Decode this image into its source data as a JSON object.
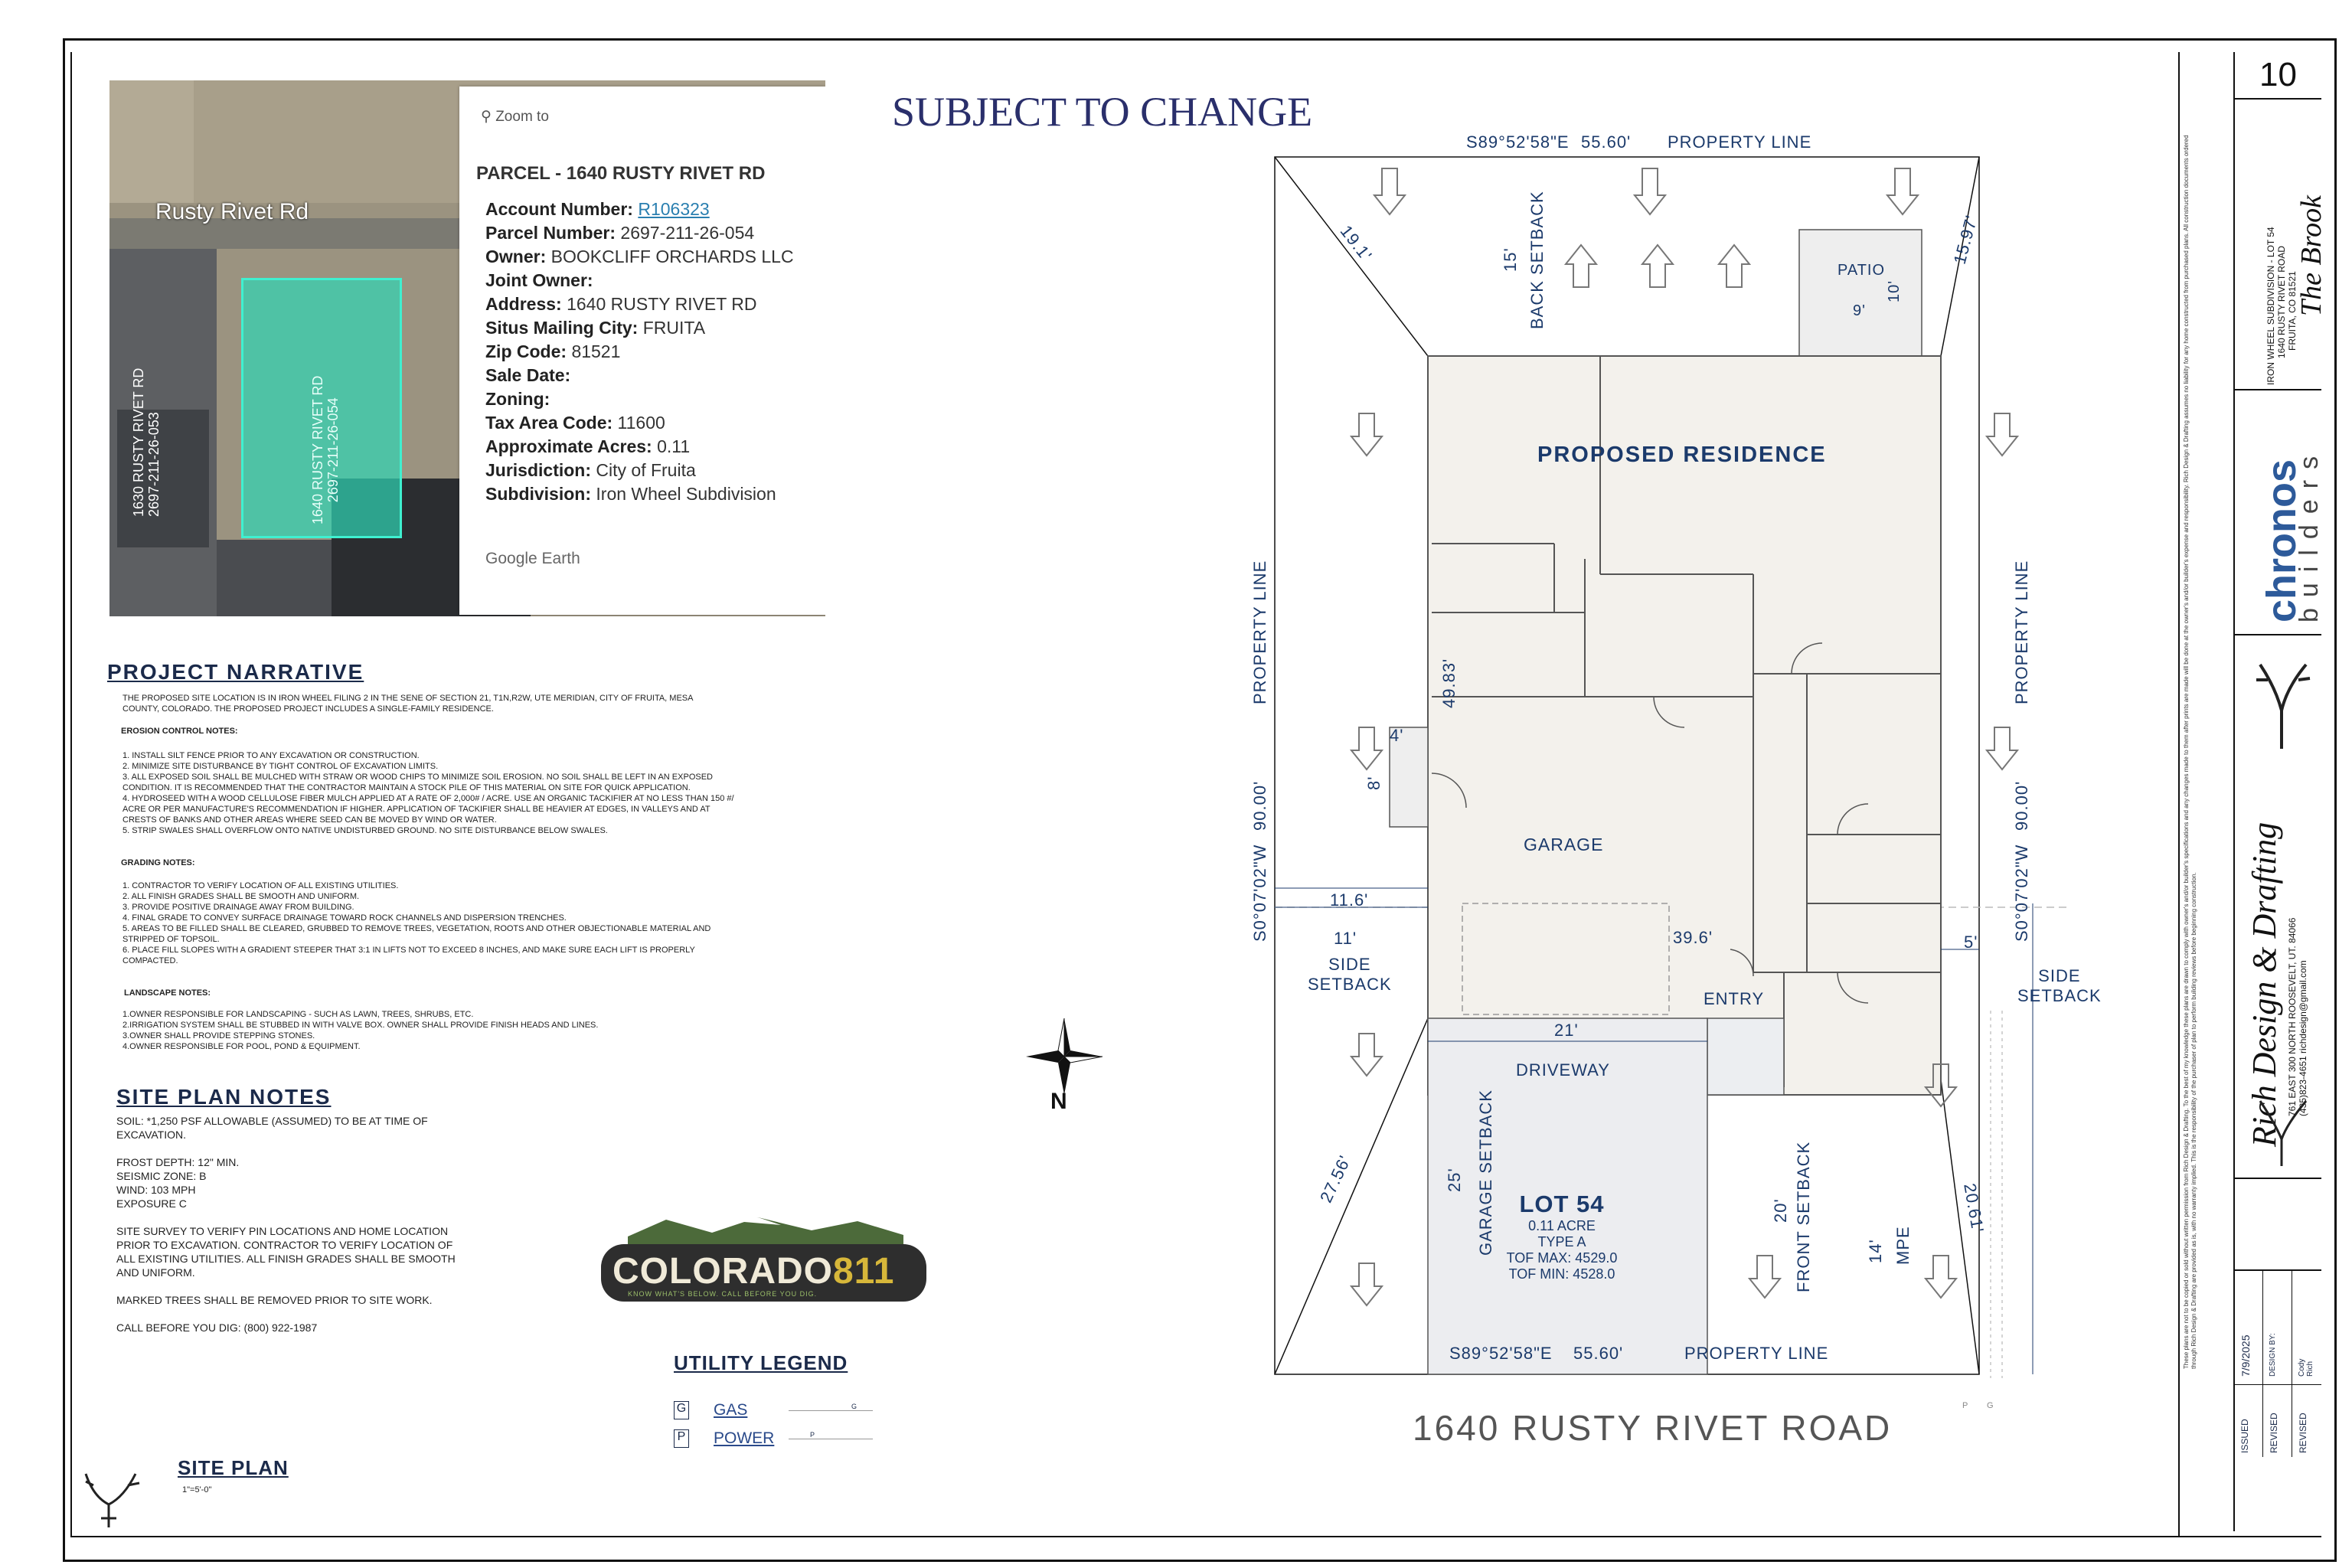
{
  "sheet_number": "10",
  "subject_to_change": "SUBJECT TO CHANGE",
  "map": {
    "road_label": "Rusty Rivet Rd",
    "parcel_label": "1640 RUSTY RIVET RD",
    "parcel_number_label": "2697-211-26-054",
    "neighbor_label": "1630 RUSTY RIVET RD",
    "neighbor_number": "2697-211-26-053",
    "zoom_label": "Zoom to",
    "popup_title": "PARCEL - 1640 RUSTY RIVET RD",
    "rows": [
      {
        "k": "Account Number:",
        "v": "R106323"
      },
      {
        "k": "Parcel Number:",
        "v": "2697-211-26-054"
      },
      {
        "k": "Owner:",
        "v": "BOOKCLIFF ORCHARDS LLC"
      },
      {
        "k": "Joint Owner:",
        "v": ""
      },
      {
        "k": "Address:",
        "v": "1640 RUSTY RIVET RD"
      },
      {
        "k": "Situs Mailing City:",
        "v": "FRUITA"
      },
      {
        "k": "Zip Code:",
        "v": "81521"
      },
      {
        "k": "Sale Date:",
        "v": ""
      },
      {
        "k": "Zoning:",
        "v": ""
      },
      {
        "k": "Tax Area Code:",
        "v": "11600"
      },
      {
        "k": "Approximate Acres:",
        "v": "0.11"
      },
      {
        "k": "Jurisdiction:",
        "v": "City of Fruita"
      },
      {
        "k": "Subdivision:",
        "v": "Iron Wheel Subdivision"
      }
    ],
    "google_earth": "Google Earth"
  },
  "narrative": {
    "title": "PROJECT NARRATIVE",
    "intro": "THE PROPOSED SITE LOCATION IS IN IRON WHEEL FILING 2 IN THE SENE OF SECTION 21, T1N,R2W, UTE MERIDIAN, CITY OF FRUITA, MESA\nCOUNTY, COLORADO. THE PROPOSED PROJECT INCLUDES A SINGLE-FAMILY RESIDENCE.",
    "erosion_title": "EROSION CONTROL NOTES:",
    "erosion": "1. INSTALL SILT FENCE PRIOR TO ANY EXCAVATION OR CONSTRUCTION.\n2. MINIMIZE SITE DISTURBANCE BY TIGHT CONTROL OF EXCAVATION LIMITS.\n3. ALL EXPOSED SOIL SHALL BE MULCHED WITH STRAW OR WOOD CHIPS TO MINIMIZE SOIL EROSION. NO SOIL SHALL BE LEFT IN AN EXPOSED\n   CONDITION. IT IS RECOMMENDED THAT THE CONTRACTOR MAINTAIN A STOCK PILE OF THIS MATERIAL ON SITE FOR QUICK APPLICATION.\n4. HYDROSEED WITH A WOOD CELLULOSE FIBER MULCH APPLIED AT A RATE OF 2,000# / ACRE. USE AN ORGANIC TACKIFIER AT NO LESS THAN 150 #/\n   ACRE OR PER MANUFACTURE'S RECOMMENDATION IF HIGHER. APPLICATION OF TACKIFIER SHALL BE HEAVIER AT EDGES, IN VALLEYS AND AT\n   CRESTS OF BANKS AND OTHER AREAS WHERE SEED CAN BE MOVED BY WIND OR WATER.\n5. STRIP SWALES SHALL OVERFLOW ONTO NATIVE UNDISTURBED GROUND. NO SITE DISTURBANCE BELOW SWALES.",
    "grading_title": "GRADING NOTES:",
    "grading": "1. CONTRACTOR TO VERIFY LOCATION OF ALL EXISTING UTILITIES.\n2. ALL FINISH GRADES SHALL BE SMOOTH AND UNIFORM.\n3. PROVIDE POSITIVE DRAINAGE AWAY FROM BUILDING.\n4. FINAL GRADE TO CONVEY SURFACE DRAINAGE TOWARD ROCK CHANNELS AND DISPERSION TRENCHES.\n5. AREAS TO BE FILLED SHALL BE CLEARED, GRUBBED TO REMOVE TREES, VEGETATION, ROOTS AND OTHER OBJECTIONABLE MATERIAL AND\n   STRIPPED OF TOPSOIL.\n6. PLACE FILL SLOPES WITH A GRADIENT STEEPER THAT 3:1 IN LIFTS NOT TO EXCEED 8 INCHES, AND MAKE SURE EACH LIFT IS PROPERLY\n   COMPACTED.",
    "landscape_title": "LANDSCAPE NOTES:",
    "landscape": "1.OWNER RESPONSIBLE FOR LANDSCAPING - SUCH AS LAWN, TREES, SHRUBS, ETC.\n2.IRRIGATION SYSTEM SHALL BE STUBBED IN WITH VALVE BOX. OWNER SHALL PROVIDE FINISH HEADS AND LINES.\n3.OWNER SHALL PROVIDE STEPPING STONES.\n4.OWNER RESPONSIBLE FOR POOL, POND & EQUIPMENT."
  },
  "site_notes": {
    "title": "SITE PLAN NOTES",
    "body": "SOIL: *1,250 PSF ALLOWABLE (ASSUMED) TO BE AT TIME OF\nEXCAVATION.\n\nFROST DEPTH: 12\" MIN.\nSEISMIC ZONE: B\nWIND: 103 MPH\nEXPOSURE C\n\nSITE SURVEY TO VERIFY PIN LOCATIONS AND HOME LOCATION\nPRIOR TO EXCAVATION. CONTRACTOR TO VERIFY LOCATION OF\nALL EXISTING UTILITIES. ALL FINISH GRADES SHALL BE SMOOTH\nAND UNIFORM.\n\nMARKED TREES SHALL BE REMOVED PRIOR TO SITE WORK.\n\nCALL BEFORE YOU DIG: (800) 922-1987"
  },
  "colorado811": {
    "text": "COLORADO",
    "num": "811",
    "tag": "KNOW WHAT'S BELOW. CALL BEFORE YOU DIG."
  },
  "utility": {
    "title": "UTILITY LEGEND",
    "items": [
      {
        "sym": "G",
        "label": "GAS",
        "line": "G"
      },
      {
        "sym": "P",
        "label": "POWER",
        "line": "P"
      }
    ]
  },
  "site_plan_title": "SITE PLAN",
  "scale": "1\"=5'-0\"",
  "compass_n": "N",
  "plan": {
    "top_bearing": "S89°52'58\"E",
    "top_length": "55.60'",
    "top_pl": "PROPERTY LINE",
    "bottom_bearing": "S89°52'58\"E",
    "bottom_length": "55.60'",
    "bottom_pl": "PROPERTY LINE",
    "left_pl": "PROPERTY LINE",
    "right_pl": "PROPERTY LINE",
    "left_bearing": "S0°07'02\"W",
    "left_length": "90.00'",
    "right_bearing": "S0°07'02\"W",
    "right_length": "90.00'",
    "back_setback": "BACK SETBACK",
    "back_dim": "15'",
    "patio": "PATIO",
    "patio_w": "9'",
    "patio_h": "10'",
    "residence": "PROPOSED RESIDENCE",
    "garage": "GARAGE",
    "entry": "ENTRY",
    "driveway": "DRIVEWAY",
    "dim_19": "19.1'",
    "dim_15_9": "15.97'",
    "dim_49": "49.83'",
    "dim_4": "4'",
    "dim_8": "8'",
    "dim_11_6": "11.6'",
    "dim_11": "11'",
    "dim_39": "39.6'",
    "dim_5": "5'",
    "dim_21": "21'",
    "dim_27": "27.56'",
    "dim_25": "25'",
    "dim_20": "20'",
    "dim_14": "14'",
    "dim_20_61": "20.61'",
    "side_setback_l": "SIDE\nSETBACK",
    "side_setback_r": "SIDE\nSETBACK",
    "garage_setback": "GARAGE SETBACK",
    "front_setback": "FRONT SETBACK",
    "mpe": "MPE",
    "lot": "LOT 54",
    "acre": "0.11 ACRE",
    "type": "TYPE A",
    "tof_max": "TOF MAX: 4529.0",
    "tof_min": "TOF MIN: 4528.0",
    "pg": [
      "P",
      "G"
    ]
  },
  "road_title": "1640 RUSTY RIVET ROAD",
  "title_block": {
    "project": "The Brook",
    "subdivision": "IRON WHEEL SUBDIVISION - LOT 54",
    "address": "1640 RUSTY RIVET ROAD",
    "city": "FRUITA, CO 81521",
    "chronos": "chronos",
    "builders": "builders",
    "rich": "Rich Design & Drafting",
    "rich_addr": "761 EAST 300 NORTH ROOSEVELT, UT. 84066",
    "rich_contact": "(435)823-4651 richdesign@gmail.com",
    "disclaimer": "These plans are not to be copied or sold without written permission from Rich Design & Drafting. To the best of my knowledge these plans are drawn to comply with owner's and/or builder's specifications and any changes made to them after prints are made will be done at the owner's and/or builder's expense and responsibility. Rich Design & Drafting assumes no liability for any home constructed from purchased plans. All construction documents ordered through Rich Design & Drafting are provided as is, with no warranty implied. This is the responsibility of the purchaser of plan to perform building reviews before beginning construction.",
    "issued_label": "ISSUED",
    "issued_date": "7/9/2025",
    "design_label": "DESIGN BY:",
    "design_by": "Cody Rich",
    "revised1": "REVISED",
    "revised2": "REVISED"
  },
  "colors": {
    "line": "#1b2a4a",
    "residence": "#f3f1ec",
    "parcel": "#2fd5b5",
    "drive": "#ecedf0"
  }
}
